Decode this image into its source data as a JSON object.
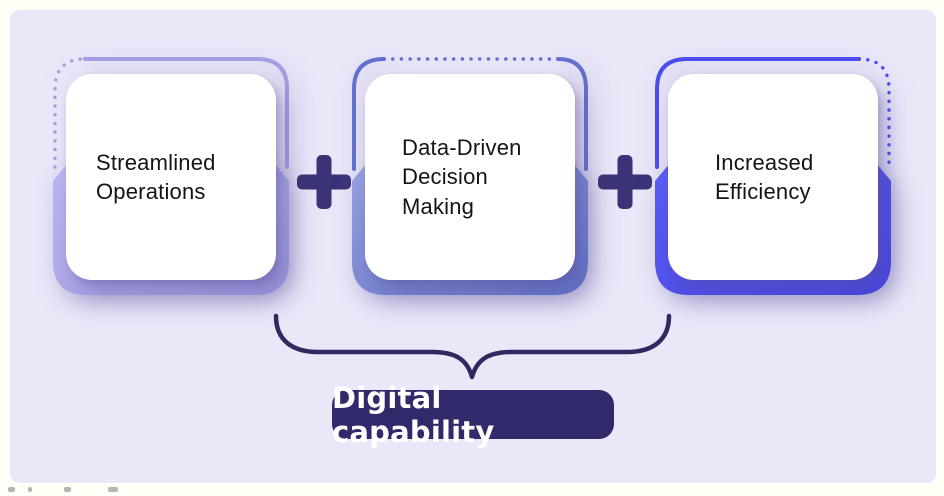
{
  "page": {
    "background": "#fffef6"
  },
  "panel": {
    "background": "#e9e7f8"
  },
  "cards": [
    {
      "title": "Streamlined\nOperations",
      "accent": "#a39ee3",
      "fill_from": "#bcb7f2",
      "fill_to": "#9d97dd"
    },
    {
      "title": "Data-Driven\nDecision\nMaking",
      "accent": "#6470cf",
      "fill_from": "#97a0e0",
      "fill_to": "#6171c5"
    },
    {
      "title": "Increased\nEfficiency",
      "accent": "#4b4cee",
      "fill_from": "#5c5df4",
      "fill_to": "#4543e3"
    }
  ],
  "badge": {
    "label": "Digital capability"
  },
  "colors": {
    "page-bg": "#fffef6",
    "panel-bg": "#e9e7f8",
    "card-text": "#141414",
    "plus": "#3b3377",
    "brace": "#2e295e",
    "badge-bg": "#312a6a",
    "badge-text": "#ffffff"
  }
}
